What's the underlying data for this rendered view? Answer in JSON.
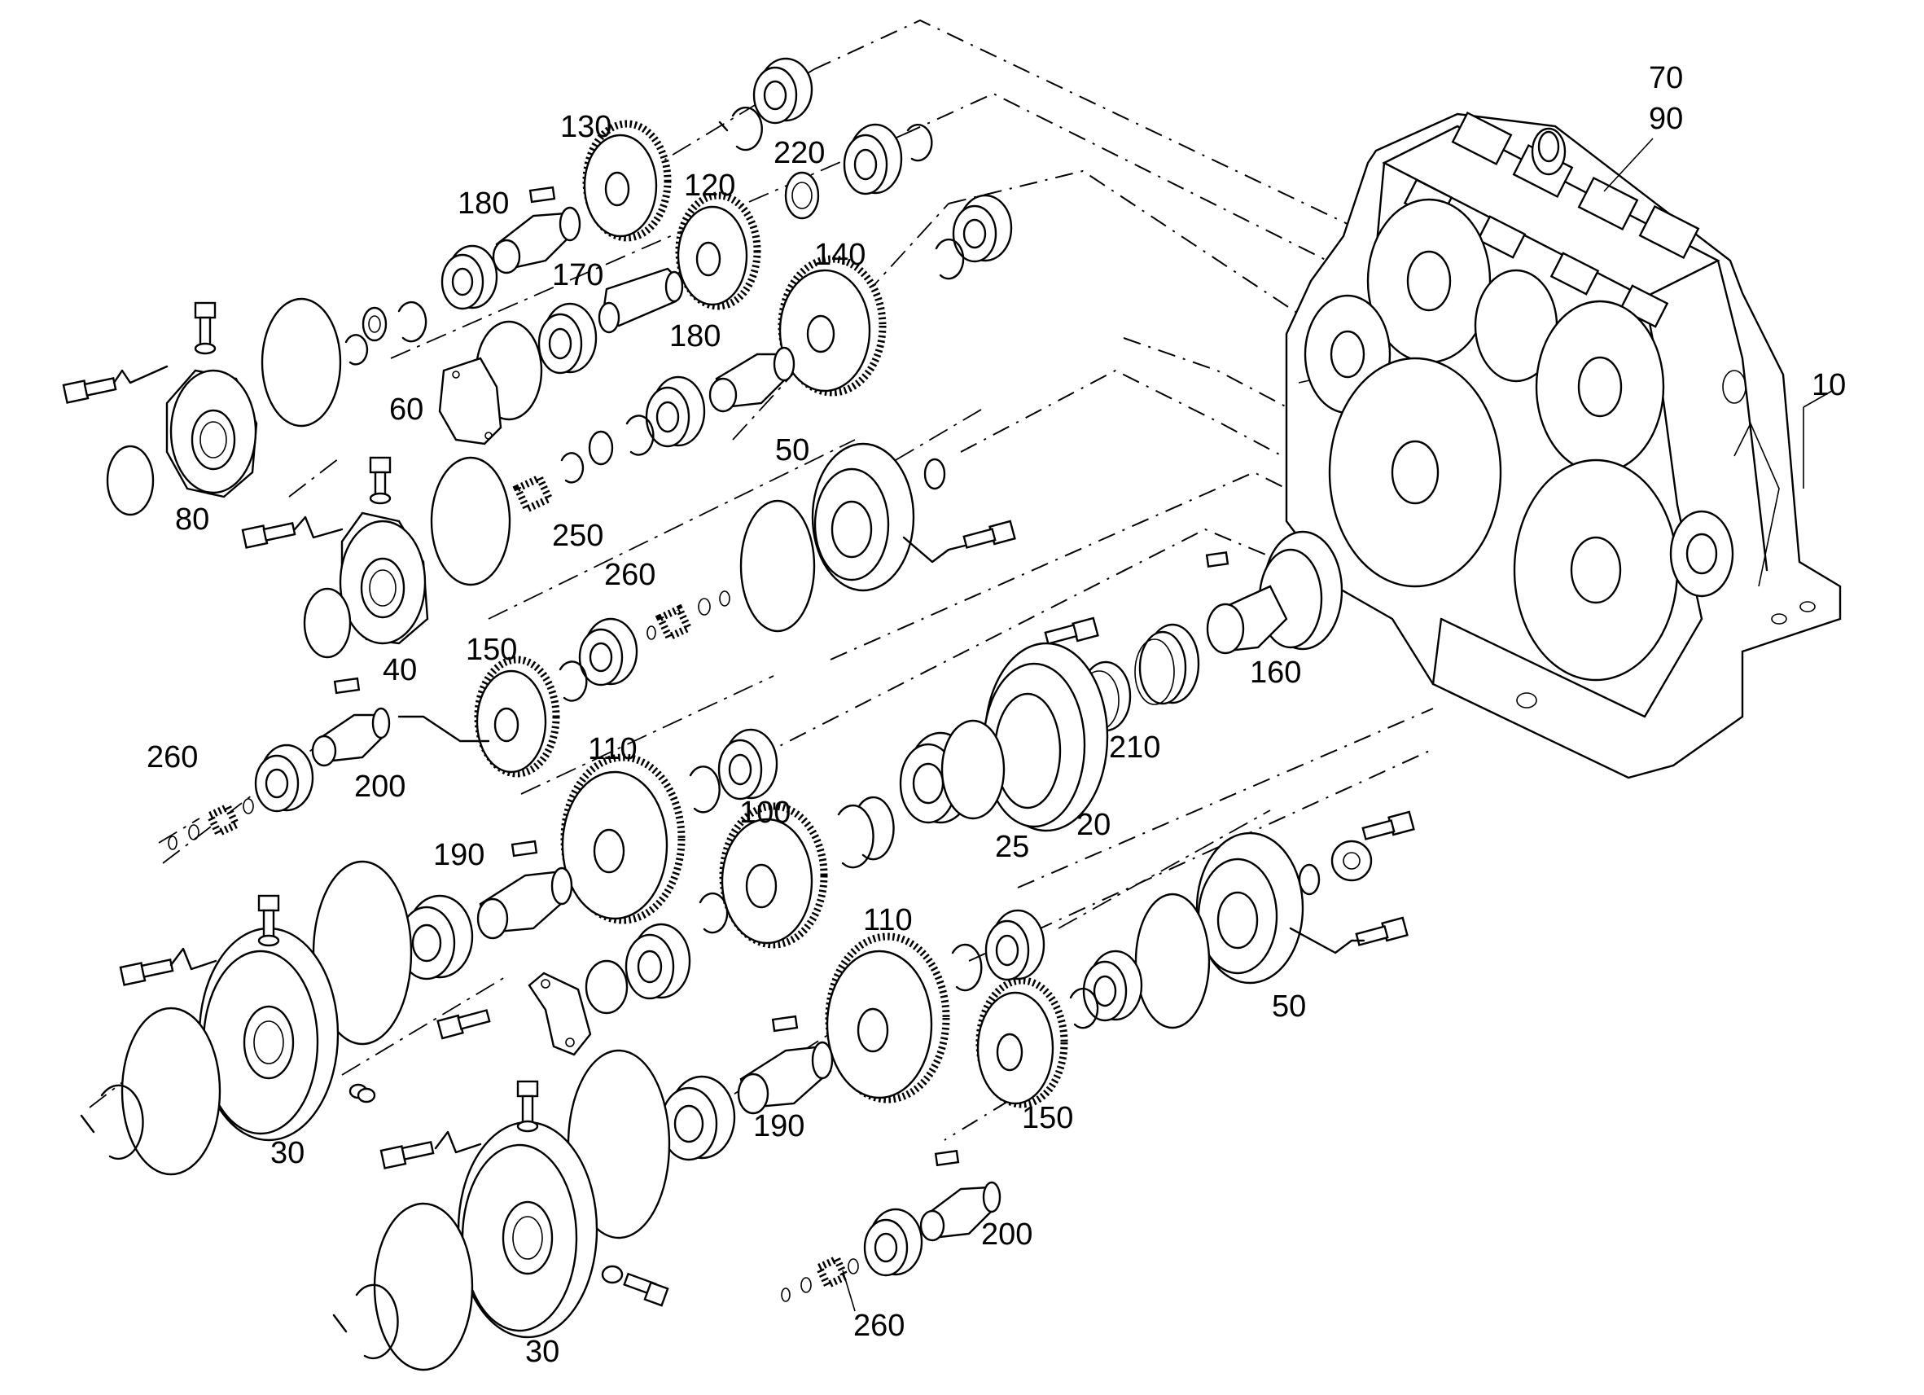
{
  "labels": {
    "p70": "70",
    "p90": "90",
    "p10": "10",
    "p130": "130",
    "p180a": "180",
    "p220": "220",
    "p120": "120",
    "p170": "170",
    "p140": "140",
    "p180b": "180",
    "p60": "60",
    "p80": "80",
    "p50a": "50",
    "p250": "250",
    "p260a": "260",
    "p40": "40",
    "p150a": "150",
    "p110a": "110",
    "p160": "160",
    "p210": "210",
    "p260b": "260",
    "p200a": "200",
    "p100": "100",
    "p20": "20",
    "p25": "25",
    "p190a": "190",
    "p110b": "110",
    "p50b": "50",
    "p30a": "30",
    "p190b": "190",
    "p150b": "150",
    "p200b": "200",
    "p260c": "260",
    "p30b": "30"
  }
}
